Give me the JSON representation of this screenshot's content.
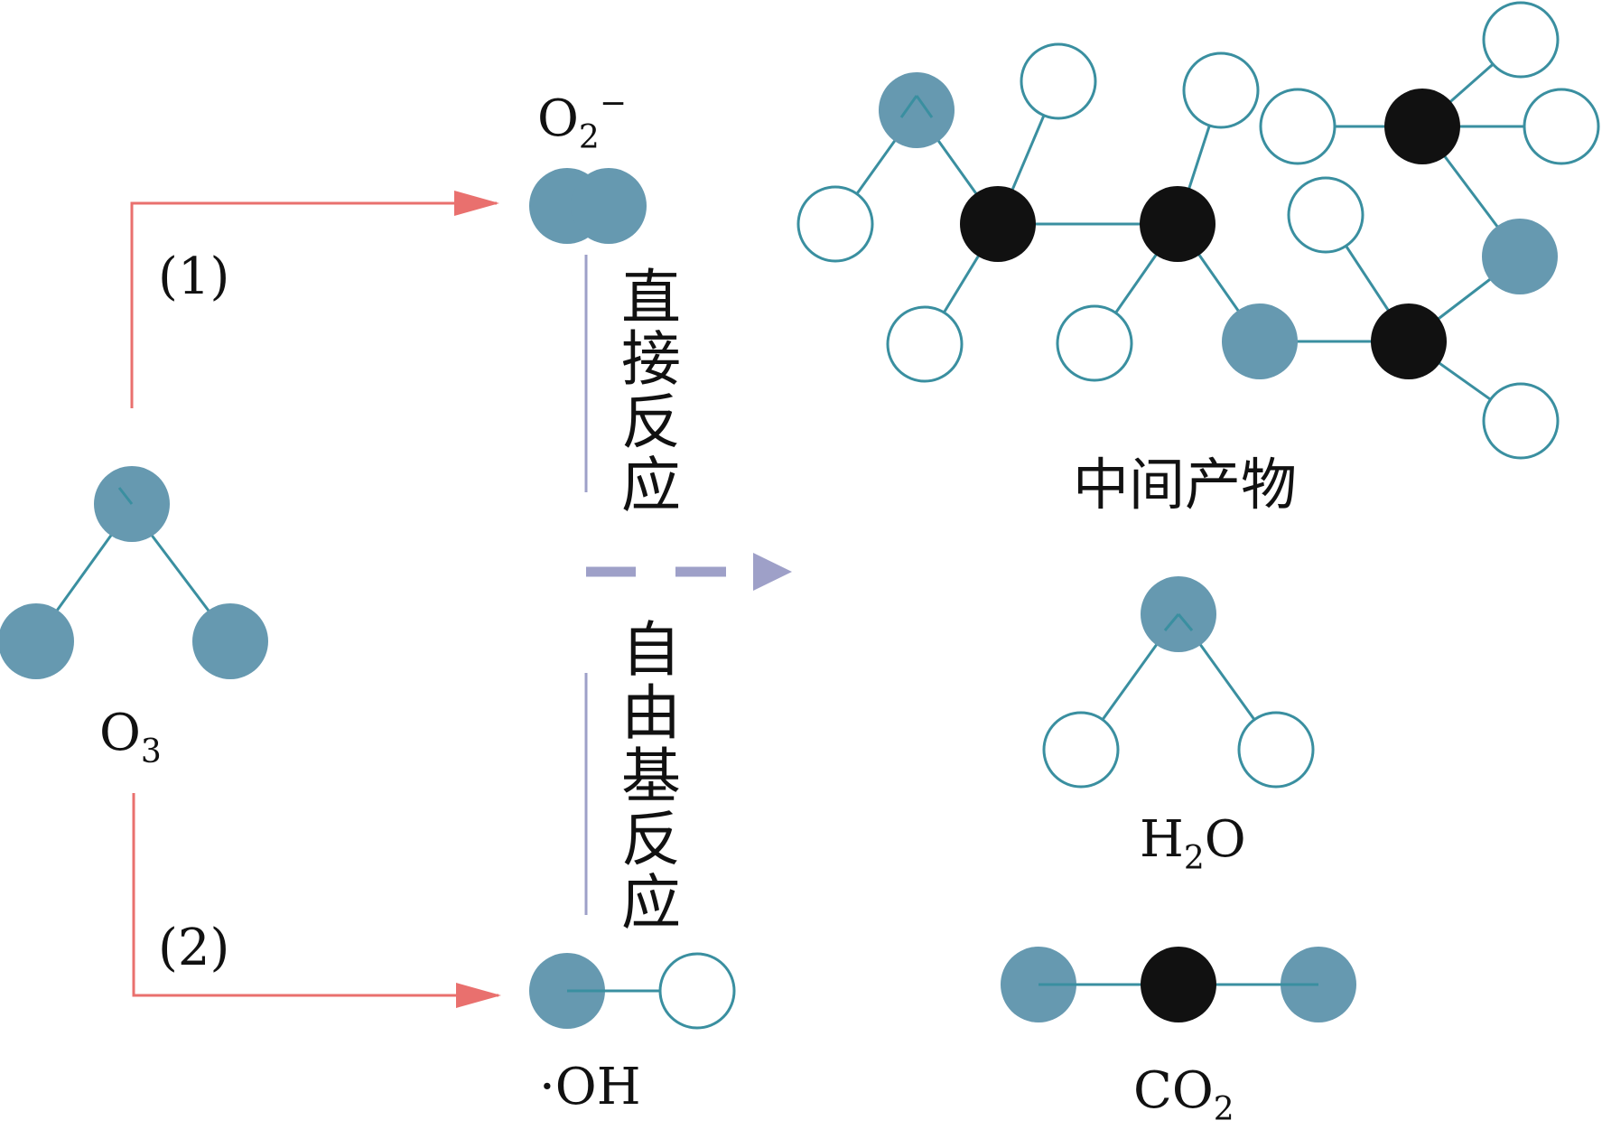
{
  "colors": {
    "oxygen": "#6699B0",
    "carbon": "#111111",
    "hydrogen_fill": "#ffffff",
    "hydrogen_stroke": "#3A8FA0",
    "bond": "#3A8FA0",
    "pathway_arrow": "#E9706E",
    "reaction_line": "#9EA0C8",
    "dashed_arrow": "#9EA0C8"
  },
  "labels": {
    "ozone": {
      "main": "O",
      "sub": "3"
    },
    "superoxide": {
      "main": "O",
      "sub": "2",
      "sup": "−"
    },
    "hydroxyl": {
      "main": "·OH"
    },
    "pathway_1": "(1)",
    "pathway_2": "(2)",
    "direct_reaction": [
      "直",
      "接",
      "反",
      "应"
    ],
    "radical_reaction": [
      "自",
      "由",
      "基",
      "反",
      "应"
    ],
    "intermediate": "中间产物",
    "water": {
      "pre": "H",
      "sub": "2",
      "post": "O"
    },
    "co2": {
      "main": "CO",
      "sub": "2"
    }
  },
  "icons": {
    "ozone": "ozone-molecule-icon",
    "superoxide": "superoxide-molecule-icon",
    "hydroxyl": "hydroxyl-radical-icon",
    "intermediate": "intermediate-product-molecule-icon",
    "water": "water-molecule-icon",
    "co2": "carbon-dioxide-molecule-icon"
  }
}
